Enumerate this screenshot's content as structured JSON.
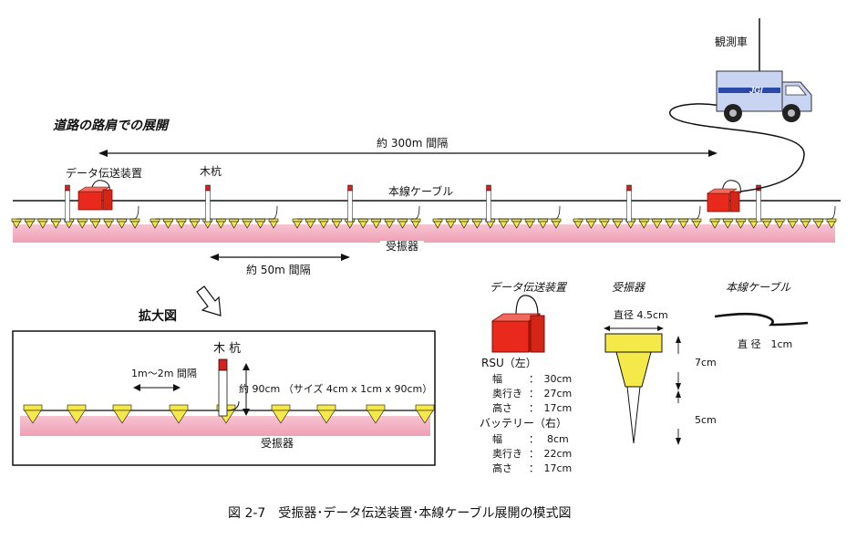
{
  "labels": {
    "roadside_title": "道路の路肩での展開",
    "interval_300m": "約 300m 間隔",
    "data_unit": "データ伝送装置",
    "wooden_stake": "木杭",
    "main_cable": "本線ケーブル",
    "geophone_top": "受振器",
    "interval_50m": "約 50m 間隔",
    "observation_truck": "観測車",
    "truck_logo": "JGI",
    "zoom_title": "拡大図",
    "stake_zoom": "木 杭",
    "interval_1m2m": "1m〜2m 間隔",
    "stake_size": "約 90cm （サイズ 4cm x 1cm x 90cm）",
    "geophone_zoom": "受振器",
    "legend_data_unit": "データ伝送装置",
    "legend_geophone": "受振器",
    "legend_cable": "本線ケーブル",
    "geophone_diameter": "直径 4.5cm",
    "geophone_7cm": "7cm",
    "geophone_5cm": "5cm",
    "cable_diameter": "直 径　1cm",
    "caption": "図 2-7　受振器･データ伝送装置･本線ケーブル展開の模式図"
  },
  "specs": {
    "rsu_title": "RSU（左）",
    "rsu": [
      {
        "label": "幅",
        "value": "：　30cm"
      },
      {
        "label": "奥行き",
        "value": "：　27cm"
      },
      {
        "label": "高さ",
        "value": "：　17cm"
      }
    ],
    "battery_title": "バッテリー（右）",
    "battery": [
      {
        "label": "幅",
        "value": "：　 8cm"
      },
      {
        "label": "奥行き",
        "value": "：　22cm"
      },
      {
        "label": "高さ",
        "value": "：　17cm"
      }
    ]
  },
  "colors": {
    "ground": "#f2b8c6",
    "geophone": "#f5e94a",
    "device_red": "#e8291c",
    "stake_cap": "#d62020",
    "truck_body": "#c9d3f2",
    "truck_stripe": "#2b4aa8"
  }
}
